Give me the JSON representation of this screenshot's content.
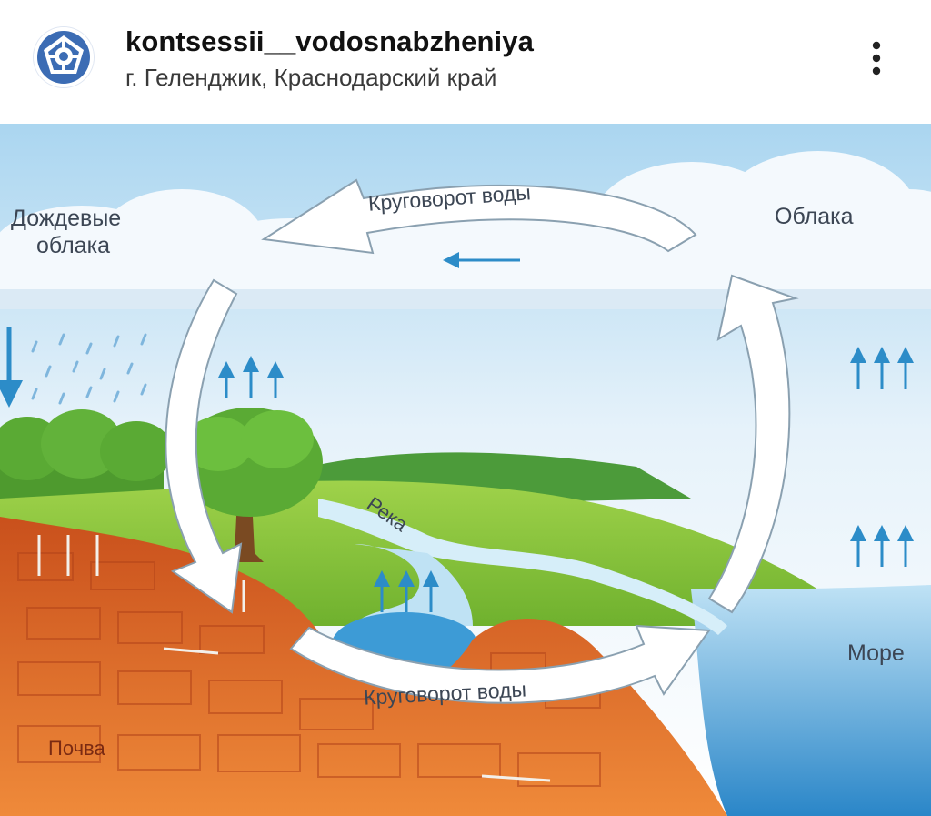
{
  "post": {
    "username": "kontsessii__vodosnabzheniya",
    "location": "г. Геленджик, Краснодарский край",
    "avatar_icon": "water-valve-logo-icon",
    "more_icon": "more-vertical-icon"
  },
  "diagram": {
    "labels": {
      "rain_clouds_line1": "Дождевые",
      "rain_clouds_line2": "облака",
      "clouds": "Облака",
      "cycle_top": "Круговорот воды",
      "cycle_bottom": "Круговорот воды",
      "river": "Река",
      "sea": "Море",
      "soil": "Почва"
    }
  },
  "colors": {
    "brand": "#3c6cb4",
    "sky": "#cfe6f6",
    "grass": "#8cc63f",
    "soil": "#e0702c",
    "water": "#3d9bd6"
  }
}
